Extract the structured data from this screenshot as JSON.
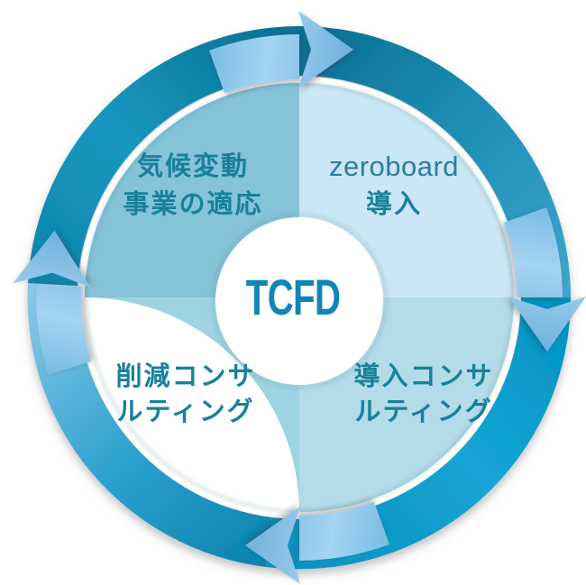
{
  "diagram": {
    "center_label": "TCFD",
    "flow_direction": "clockwise",
    "quadrants": [
      {
        "id": "top-left",
        "lines": [
          "気候変動",
          "事業の適応"
        ],
        "color": "#85C3D8"
      },
      {
        "id": "top-right",
        "lines": [
          "zeroboard",
          "導入"
        ],
        "color": "#CBE6F5"
      },
      {
        "id": "bottom-left",
        "lines": [
          "削減コンサ",
          "ルティング"
        ],
        "color": "#9ED3E2"
      },
      {
        "id": "bottom-right",
        "lines": [
          "導入コンサ",
          "ルティング"
        ],
        "color": "#B3DBE8"
      }
    ],
    "arrows": [
      {
        "position": "top",
        "points": "right"
      },
      {
        "position": "right",
        "points": "down"
      },
      {
        "position": "bottom",
        "points": "left"
      },
      {
        "position": "left",
        "points": "up"
      }
    ],
    "colors": {
      "ring_dark_teal": "#0A6E90",
      "ring_bright_cyan": "#14A5D5",
      "ring_light_blue": "#8FC9E9",
      "arrow_light_blue": "#A4D4F1",
      "arrow_deep_blue": "#6FB0DE",
      "label_text": "#17819A",
      "latin_text": "#2A7E9D",
      "center_text": "#1186B6"
    }
  }
}
